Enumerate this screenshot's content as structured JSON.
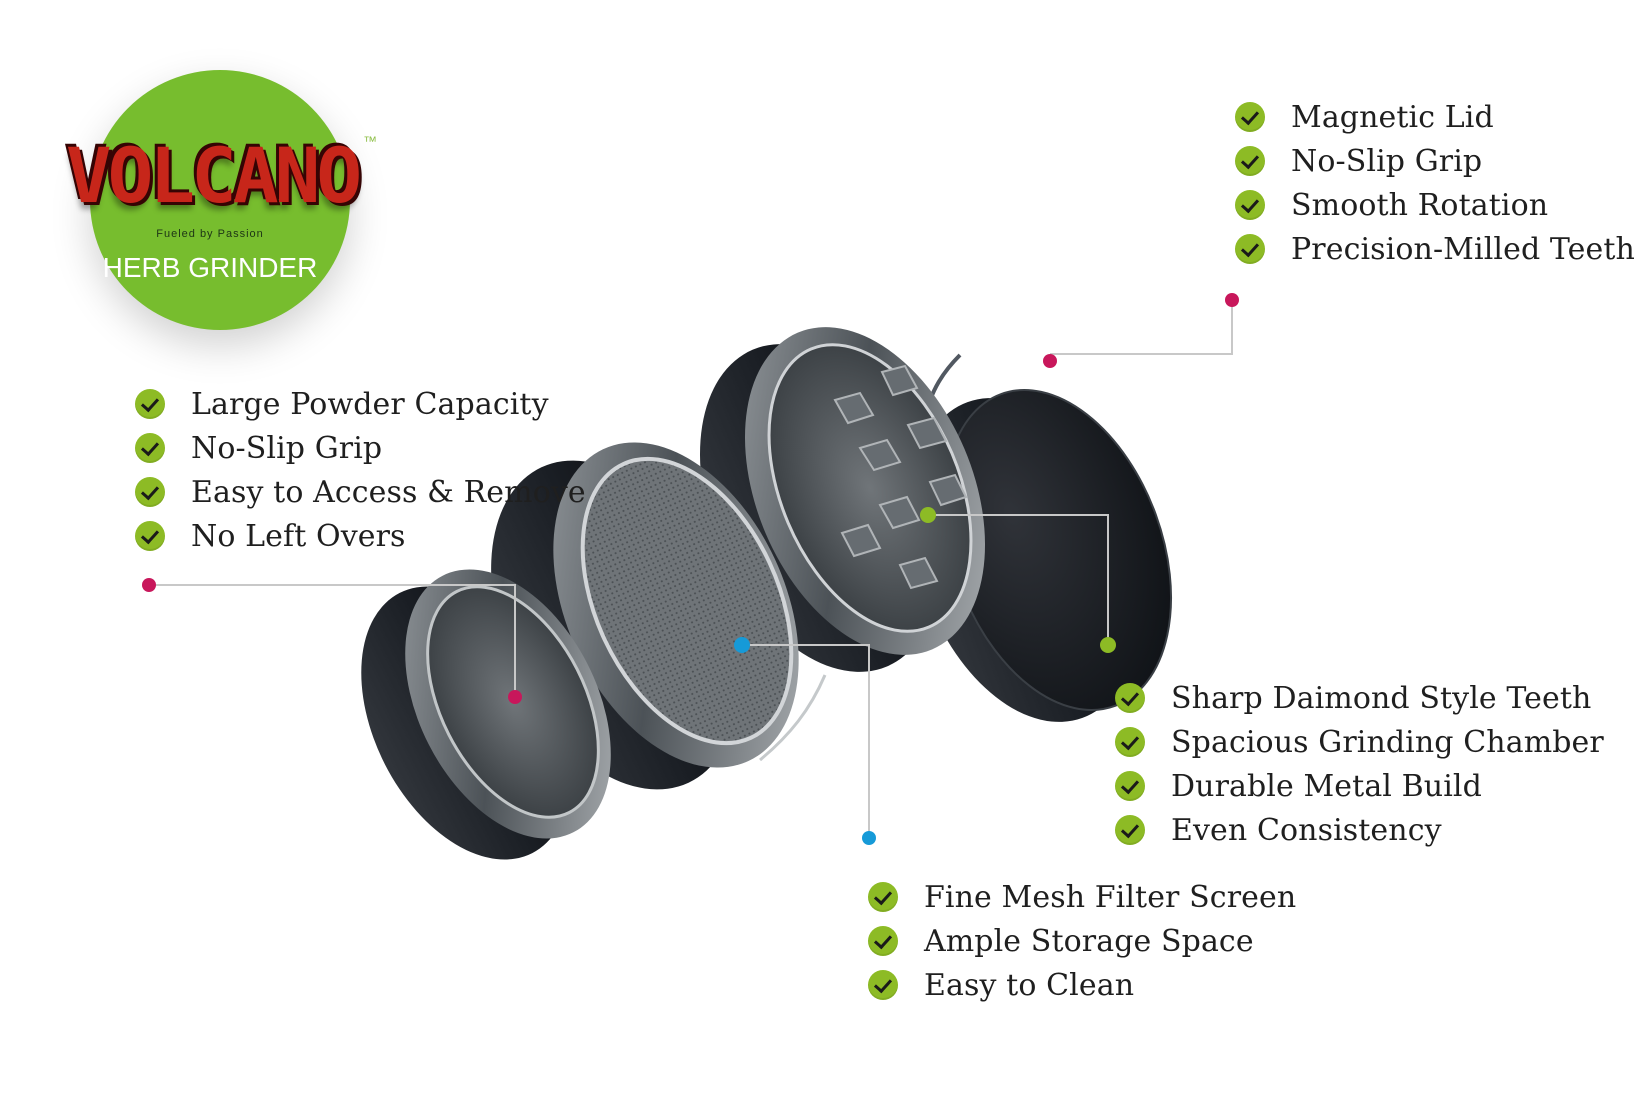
{
  "brand": {
    "name": "VOLCANO",
    "trademark": "™",
    "tagline": "Fueled by Passion",
    "product": "HERB GRINDER",
    "badge_color": "#77bd2e",
    "word_color": "#c7261a"
  },
  "accent_colors": {
    "check": "#8dbb25",
    "callout_magenta": "#c8175b",
    "callout_green": "#8dbb25",
    "callout_blue": "#169ad8",
    "leader_line": "#c8c8c8"
  },
  "callouts": [
    {
      "id": "lid",
      "marker_color": "#c8175b",
      "features": [
        "Magnetic Lid",
        "No-Slip Grip",
        "Smooth Rotation",
        "Precision-Milled Teeth"
      ]
    },
    {
      "id": "bottom-chamber",
      "marker_color": "#c8175b",
      "features": [
        "Large Powder Capacity",
        "No-Slip Grip",
        "Easy to Access & Remove",
        "No Left Overs"
      ]
    },
    {
      "id": "grinding-chamber",
      "marker_color": "#8dbb25",
      "features": [
        "Sharp Daimond Style Teeth",
        "Spacious Grinding Chamber",
        "Durable Metal Build",
        "Even Consistency"
      ]
    },
    {
      "id": "filter-chamber",
      "marker_color": "#169ad8",
      "features": [
        "Fine Mesh Filter Screen",
        "Ample Storage Space",
        "Easy to Clean"
      ]
    }
  ],
  "icons": {
    "check": "check-circle-icon"
  }
}
